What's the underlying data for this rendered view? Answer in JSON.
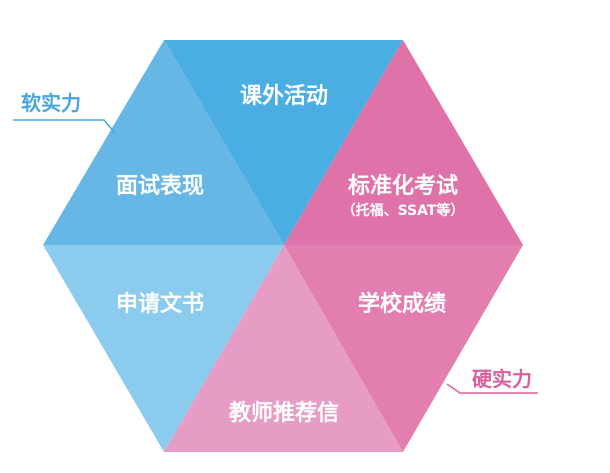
{
  "diagram": {
    "segments": [
      {
        "id": "top",
        "label": "课外活动",
        "color": "#4aaee3"
      },
      {
        "id": "upper-left",
        "label": "面试表现",
        "color": "#66b6e6"
      },
      {
        "id": "upper-right",
        "label": "标准化考试",
        "sublabel": "（托福、SSAT等）",
        "color": "#df72a9"
      },
      {
        "id": "lower-left",
        "label": "申请文书",
        "color": "#8acbee"
      },
      {
        "id": "lower-right",
        "label": "学校成绩",
        "color": "#e27eb0"
      },
      {
        "id": "bottom",
        "label": "教师推荐信",
        "color": "#e69cc4"
      }
    ],
    "soft_power": {
      "label": "软实力",
      "color": "#4aa7de"
    },
    "hard_power": {
      "label": "硬实力",
      "color": "#d9629e"
    }
  }
}
